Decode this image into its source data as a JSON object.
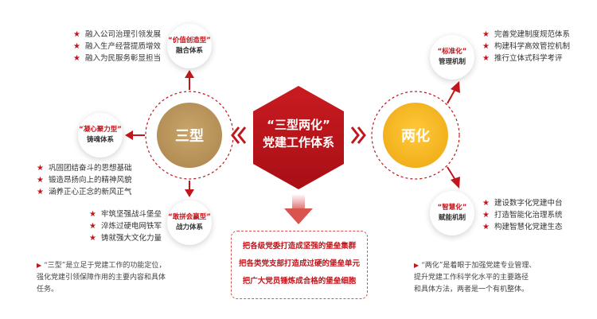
{
  "center": {
    "line1": "“三型两化”",
    "line2": "党建工作体系"
  },
  "left_hub": "三型",
  "right_hub": "两化",
  "left_nodes": {
    "top": {
      "l1": "“价值创造型”",
      "l2": "融合体系",
      "items": [
        "融入公司治理引领发展",
        "融入生产经营提质增效",
        "融入为民服务彰显担当"
      ]
    },
    "left": {
      "l1": "“凝心聚力型”",
      "l2": "铸魂体系",
      "items": [
        "巩固团结奋斗的思想基础",
        "锻造昂扬向上的精神风貌",
        "涵养正心正念的新风正气"
      ]
    },
    "bottom": {
      "l1": "“敢拼会赢型”",
      "l2": "战力体系",
      "items": [
        "牢筑坚强战斗堡垒",
        "淬炼过硬电网铁军",
        "铸就强大文化力量"
      ]
    }
  },
  "right_nodes": {
    "top": {
      "l1": "“标准化”",
      "l2": "管理机制",
      "items": [
        "完善党建制度规范体系",
        "构建科学高效管控机制",
        "推行立体式科学考评"
      ]
    },
    "bottom": {
      "l1": "“智慧化”",
      "l2": "赋能机制",
      "items": [
        "建设数字化党建中台",
        "打造智能化治理系统",
        "构建智慧化党建生态"
      ]
    }
  },
  "bottom_box": [
    "把各级党委打造成坚强的堡垒集群",
    "把各类党支部打造成过硬的堡垒单元",
    "把广大党员锤炼成合格的堡垒细胞"
  ],
  "notes": {
    "left": [
      "“三型”是立足于党建工作的功能定位，",
      "强化党建引领保障作用的主要内容和具体",
      "任务。"
    ],
    "right": [
      "“两化”是着眼于加强党建专业管理、",
      "提升党建工作科学化水平的主要路径",
      "和具体方法，两者是一个有机整体。"
    ]
  },
  "colors": {
    "red": "#c0161c",
    "gold": "#b8935a",
    "yellow": "#f2b51d"
  }
}
